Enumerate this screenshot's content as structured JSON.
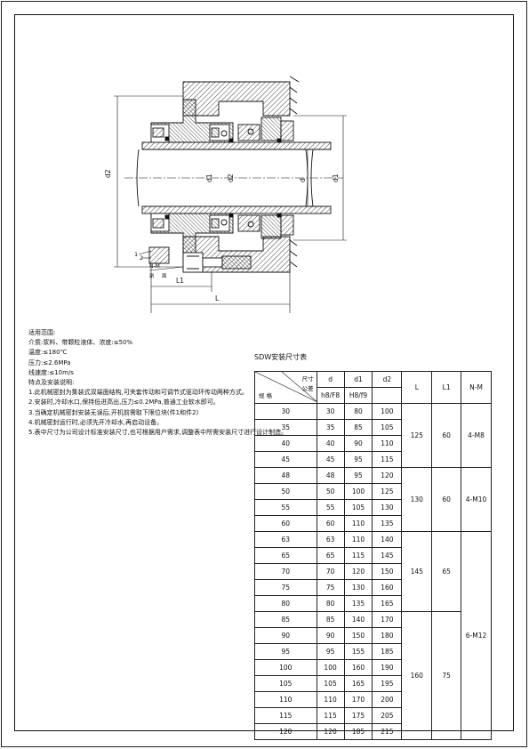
{
  "drawing": {
    "labels": {
      "d": "d",
      "d1": "d1",
      "d2": "d2",
      "L": "L",
      "L1": "L1",
      "nm": "N-M",
      "c1": "1",
      "c2": "2",
      "section": "剖",
      "section2": "面"
    }
  },
  "notes": {
    "lines": [
      "适用范围:",
      "介质:浆料、带颗粒液体、浓度:≤50%",
      "温度:≤180℃",
      "压力:≤2.6MPa",
      "线速度:≤10m/s",
      "特点及安装说明:",
      "1.此机械密封为集装式双端面结构,可夹套传动和可调节式驱动环传动两种方式。",
      "2.安装时,冷却水口,保持低进高出,压力≤0.2MPa,普通工业软水即可。",
      "3.当确定机械密封安装无误后,开机前需取下限位块(件1和件2)",
      "4.机械密封运行时,必须先开冷却水,再启动设备。",
      "5.表中尺寸为公司设计标准安装尺寸,也可根据用户需求,调整表中所需安装尺寸进行设计制造。"
    ]
  },
  "table": {
    "title": "SDW安装尺寸表",
    "header": {
      "diag_top": "尺寸",
      "diag_mid": "公差",
      "diag_bottom": "规 格",
      "cols": [
        "d",
        "d1",
        "d2",
        "L",
        "L1",
        "N-M"
      ],
      "tolerances": [
        "h8/F8",
        "H8/f9"
      ]
    },
    "rows": [
      [
        "30",
        "30",
        "80",
        "100"
      ],
      [
        "35",
        "35",
        "85",
        "105"
      ],
      [
        "40",
        "40",
        "90",
        "110"
      ],
      [
        "45",
        "45",
        "95",
        "115"
      ],
      [
        "48",
        "48",
        "95",
        "120"
      ],
      [
        "50",
        "50",
        "100",
        "125"
      ],
      [
        "55",
        "55",
        "105",
        "130"
      ],
      [
        "60",
        "60",
        "110",
        "135"
      ],
      [
        "63",
        "63",
        "110",
        "140"
      ],
      [
        "65",
        "65",
        "115",
        "145"
      ],
      [
        "70",
        "70",
        "120",
        "150"
      ],
      [
        "75",
        "75",
        "130",
        "160"
      ],
      [
        "80",
        "80",
        "135",
        "165"
      ],
      [
        "85",
        "85",
        "140",
        "170"
      ],
      [
        "90",
        "90",
        "150",
        "180"
      ],
      [
        "95",
        "95",
        "155",
        "185"
      ],
      [
        "100",
        "100",
        "160",
        "190"
      ],
      [
        "105",
        "105",
        "165",
        "195"
      ],
      [
        "110",
        "110",
        "170",
        "200"
      ],
      [
        "115",
        "115",
        "175",
        "205"
      ],
      [
        "120",
        "120",
        "185",
        "215"
      ]
    ],
    "L_groups": [
      {
        "span": 4,
        "value": "125"
      },
      {
        "span": 4,
        "value": "130"
      },
      {
        "span": 5,
        "value": "145"
      },
      {
        "span": 8,
        "value": "160"
      }
    ],
    "L1_groups": [
      {
        "span": 4,
        "value": "60"
      },
      {
        "span": 4,
        "value": "60"
      },
      {
        "span": 5,
        "value": "65"
      },
      {
        "span": 8,
        "value": "75"
      }
    ],
    "NM_groups": [
      {
        "span": 4,
        "value": "4-M8"
      },
      {
        "span": 4,
        "value": "4-M10"
      },
      {
        "span": 13,
        "value": "6-M12"
      }
    ]
  }
}
